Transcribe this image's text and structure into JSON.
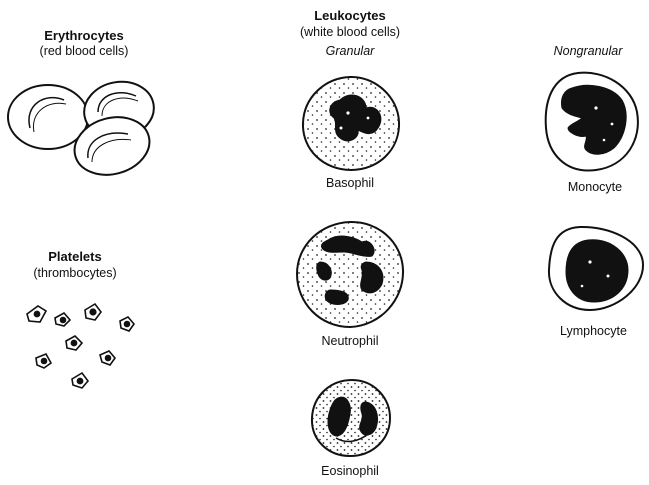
{
  "erythrocytes": {
    "title": "Erythrocytes",
    "subtitle": "(red blood cells)"
  },
  "platelets": {
    "title": "Platelets",
    "subtitle": "(thrombocytes)"
  },
  "leukocytes": {
    "title": "Leukocytes",
    "subtitle": "(white blood cells)",
    "granular_label": "Granular",
    "nongranular_label": "Nongranular",
    "cells": {
      "basophil": "Basophil",
      "neutrophil": "Neutrophil",
      "eosinophil": "Eosinophil",
      "monocyte": "Monocyte",
      "lymphocyte": "Lymphocyte"
    }
  }
}
